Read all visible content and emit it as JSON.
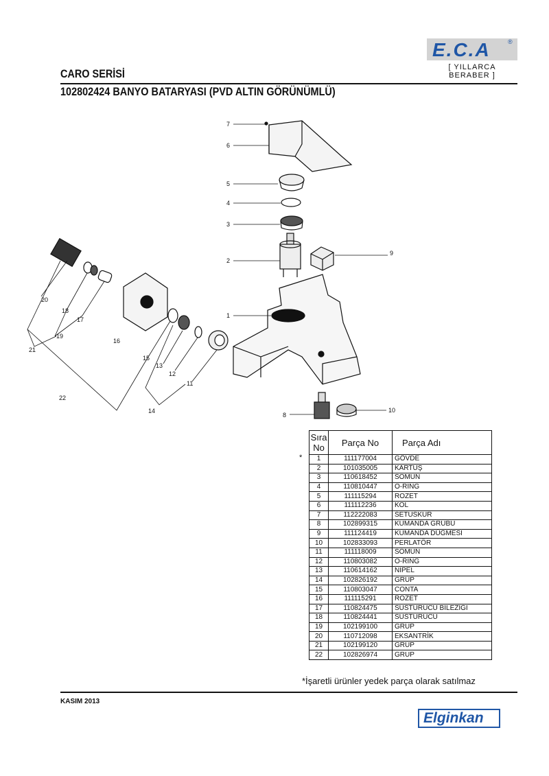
{
  "header": {
    "brand": "E.C.A",
    "reg_mark": "®",
    "slogan": "[ YILLARCA BERABER ]",
    "series": "CARO SERİSİ",
    "product_title": "102802424 BANYO BATARYASI (PVD ALTIN GÖRÜNÜMLÜ)"
  },
  "diagram": {
    "callouts": [
      "1",
      "2",
      "3",
      "4",
      "5",
      "6",
      "7",
      "8",
      "9",
      "10",
      "11",
      "12",
      "13",
      "14",
      "15",
      "16",
      "17",
      "18",
      "19",
      "20",
      "21",
      "22"
    ]
  },
  "parts_table": {
    "headers": {
      "no": "Sıra No",
      "part_no": "Parça No",
      "part_name": "Parça Adı"
    },
    "rows": [
      {
        "no": "1",
        "part_no": "111177004",
        "name": "GÖVDE"
      },
      {
        "no": "2",
        "part_no": "101035005",
        "name": "KARTUŞ"
      },
      {
        "no": "3",
        "part_no": "110618452",
        "name": "SOMUN"
      },
      {
        "no": "4",
        "part_no": "110810447",
        "name": "O-RİNG"
      },
      {
        "no": "5",
        "part_no": "111115294",
        "name": "ROZET"
      },
      {
        "no": "6",
        "part_no": "111112236",
        "name": "KOL"
      },
      {
        "no": "7",
        "part_no": "112222083",
        "name": "SETUSKUR"
      },
      {
        "no": "8",
        "part_no": "102899315",
        "name": "KUMANDA  GRUBU"
      },
      {
        "no": "9",
        "part_no": "111124419",
        "name": "KUMANDA DÜĞMESİ"
      },
      {
        "no": "10",
        "part_no": "102833093",
        "name": "PERLATÖR"
      },
      {
        "no": "11",
        "part_no": "111118009",
        "name": "SOMUN"
      },
      {
        "no": "12",
        "part_no": "110803082",
        "name": "O-RİNG"
      },
      {
        "no": "13",
        "part_no": "110614162",
        "name": "NİPEL"
      },
      {
        "no": "14",
        "part_no": "102826192",
        "name": "GRUP"
      },
      {
        "no": "15",
        "part_no": "110803047",
        "name": "CONTA"
      },
      {
        "no": "16",
        "part_no": "111115291",
        "name": "ROZET"
      },
      {
        "no": "17",
        "part_no": "110824475",
        "name": "SUSTURUCU BİLEZİĞİ"
      },
      {
        "no": "18",
        "part_no": "110824441",
        "name": "SUSTURUCU"
      },
      {
        "no": "19",
        "part_no": "102199100",
        "name": "GRUP"
      },
      {
        "no": "20",
        "part_no": "110712098",
        "name": "EKSANTRİK"
      },
      {
        "no": "21",
        "part_no": "102199120",
        "name": "GRUP"
      },
      {
        "no": "22",
        "part_no": "102826974",
        "name": "GRUP"
      }
    ],
    "star_mark": "*"
  },
  "footer": {
    "note": "*İşaretli ürünler yedek parça olarak satılmaz",
    "date": "KASIM 2013",
    "company": "Elginkan"
  }
}
